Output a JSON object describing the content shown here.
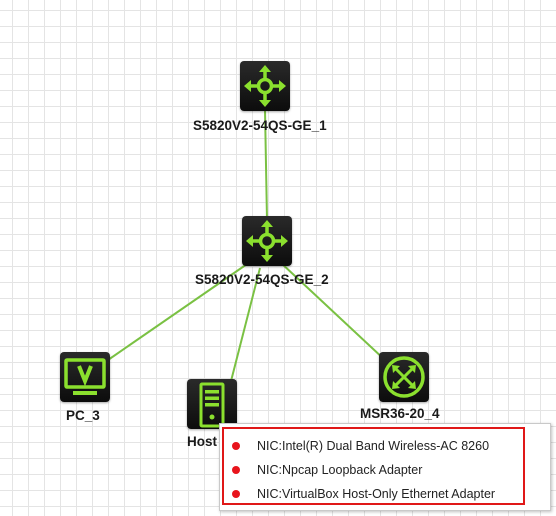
{
  "topology": {
    "devices": [
      {
        "id": "sw1",
        "name": "S5820V2-54QS-GE_1",
        "kind": "switch"
      },
      {
        "id": "sw2",
        "name": "S5820V2-54QS-GE_2",
        "kind": "switch"
      },
      {
        "id": "pc3",
        "name": "PC_3",
        "kind": "pc"
      },
      {
        "id": "host",
        "name": "Host",
        "kind": "host"
      },
      {
        "id": "msr",
        "name": "MSR36-20_4",
        "kind": "router"
      }
    ],
    "links": [
      {
        "from": "sw1",
        "to": "sw2"
      },
      {
        "from": "sw2",
        "to": "pc3"
      },
      {
        "from": "sw2",
        "to": "host"
      },
      {
        "from": "sw2",
        "to": "msr"
      }
    ],
    "colors": {
      "link": "#7ac143",
      "icon": "#8be02e",
      "icon_tile": "#111111"
    }
  },
  "nic_menu": {
    "items": [
      {
        "label": "NIC:Intel(R) Dual Band Wireless-AC 8260"
      },
      {
        "label": "NIC:Npcap Loopback Adapter"
      },
      {
        "label": "NIC:VirtualBox Host-Only Ethernet Adapter"
      }
    ],
    "colors": {
      "dot": "#e8141c",
      "border": "#e01818"
    }
  }
}
